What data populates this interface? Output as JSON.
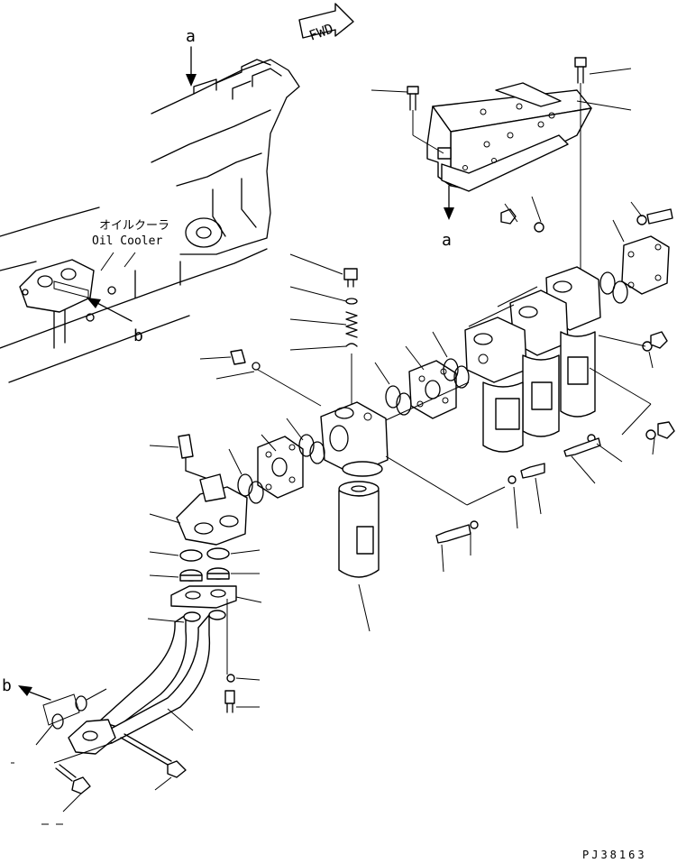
{
  "labels": {
    "fwd": "FWD",
    "ref_a_top": "a",
    "ref_a_right": "a",
    "ref_b_left": "b",
    "ref_b_bottom": "b",
    "oil_cooler_jp": "オイルクーラ",
    "oil_cooler_en": "Oil Cooler",
    "drawing_code": "PJ38163"
  },
  "icons": [
    "arrow-icon"
  ]
}
